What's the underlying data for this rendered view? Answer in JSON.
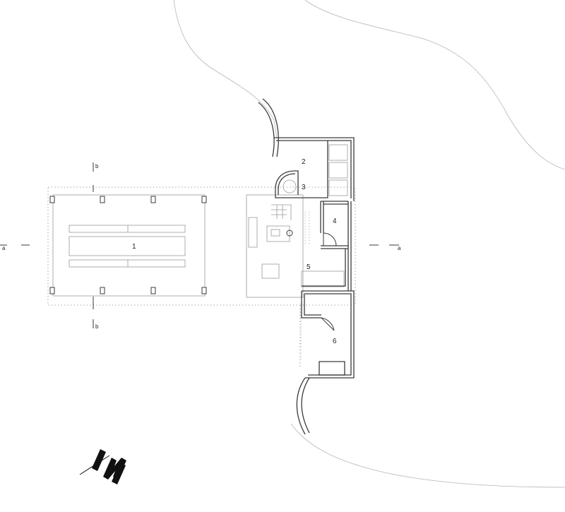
{
  "rooms": [
    {
      "number": "1"
    },
    {
      "number": "2"
    },
    {
      "number": "3"
    },
    {
      "number": "4"
    },
    {
      "number": "5"
    },
    {
      "number": "6"
    }
  ],
  "section_markers": {
    "a": "a",
    "b": "b"
  },
  "colors": {
    "wall": "#3a3a3a",
    "thin_line": "#9a9a9a",
    "contour": "#b5b5b5",
    "dotted": "#8a8a8a",
    "north_arrow": "#111111"
  }
}
